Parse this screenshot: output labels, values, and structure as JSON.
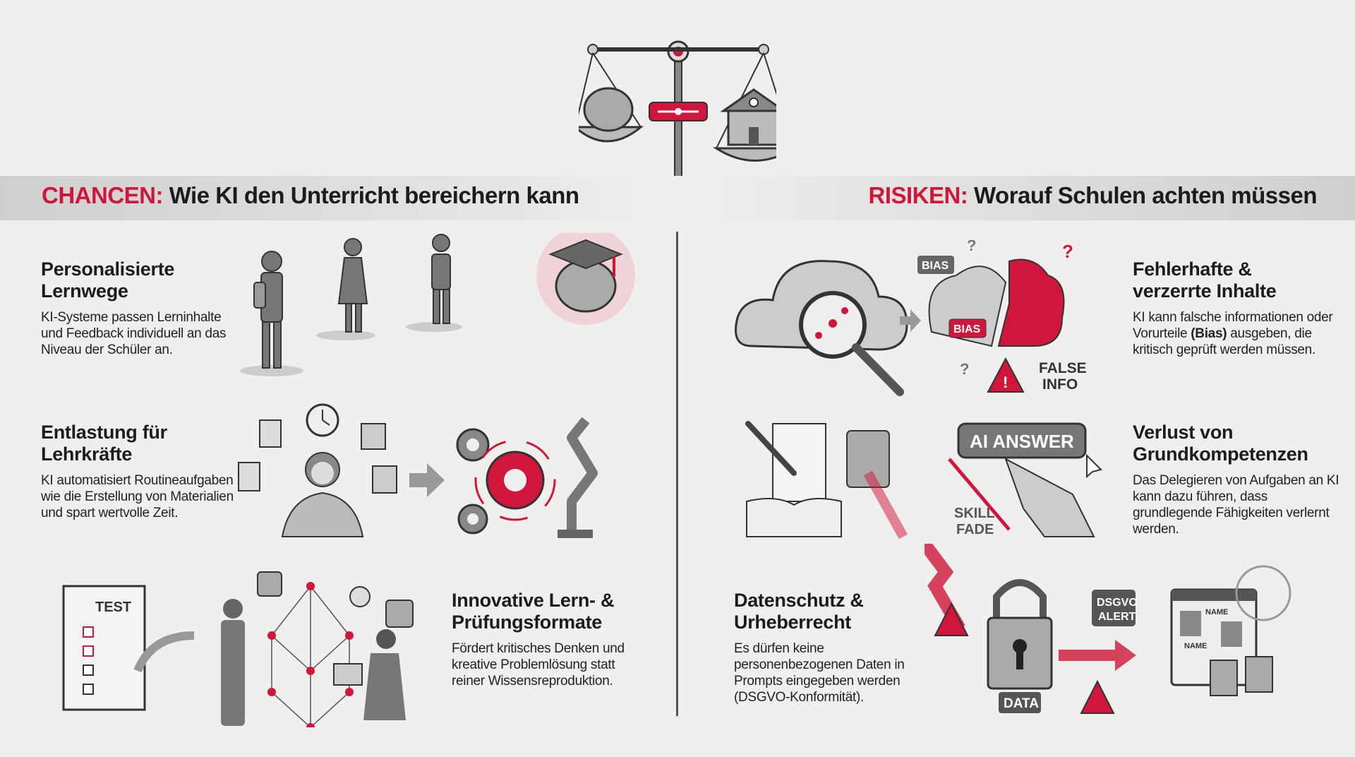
{
  "banner": {
    "left": {
      "accent": "CHANCEN:",
      "title": "Wie KI den Unterricht bereichern kann"
    },
    "right": {
      "accent": "RISIKEN:",
      "title": "Worauf Schulen achten müssen"
    }
  },
  "chancen": [
    {
      "title_line1": "Personalisierte",
      "title_line2": "Lernwege",
      "body": "KI-Systeme passen Lerninhalte und Feedback individuell an das Niveau der Schüler an."
    },
    {
      "title_line1": "Entlastung für",
      "title_line2": "Lehrkräfte",
      "body": "KI automatisiert Routineaufgaben wie die Erstellung von Materialien und spart wertvolle Zeit."
    },
    {
      "title_line1": "Innovative Lern- &",
      "title_line2": "Prüfungsformate",
      "body": "Fördert kritisches Denken und kreative Problemlösung statt reiner Wissensreproduktion."
    }
  ],
  "risiken": [
    {
      "title_line1": "Fehlerhafte &",
      "title_line2": "verzerrte Inhalte",
      "body_before": "KI kann falsche informationen oder Vorurteile ",
      "body_bold": "(Bias)",
      "body_after": " ausgeben, die kritisch geprüft werden müssen."
    },
    {
      "title_line1": "Verlust von",
      "title_line2": "Grundkompetenzen",
      "body": "Das Delegieren von Aufgaben an KI kann dazu führen, dass grundlegende Fähigkeiten verlernt werden."
    },
    {
      "title_line1": "Datenschutz &",
      "title_line2": "Urheberrecht",
      "body": "Es dürfen keine personenbezogenen Daten in Prompts eingegeben werden (DSGVO-Konformität)."
    }
  ],
  "illustration_labels": {
    "test": "TEST",
    "bias1": "BIAS",
    "bias2": "BIAS",
    "false1": "FALSE",
    "false2": "INFO",
    "ai_answer": "AI ANSWER",
    "skill": "SKILL",
    "fade": "FADE",
    "dsgvo": "DSGVO",
    "alert": "ALERT",
    "data": "DATA",
    "name1": "NAME",
    "name2": "NAME"
  },
  "colors": {
    "accent": "#d0163a",
    "gray": "#8a8a8a",
    "dark": "#3a3a3a"
  }
}
